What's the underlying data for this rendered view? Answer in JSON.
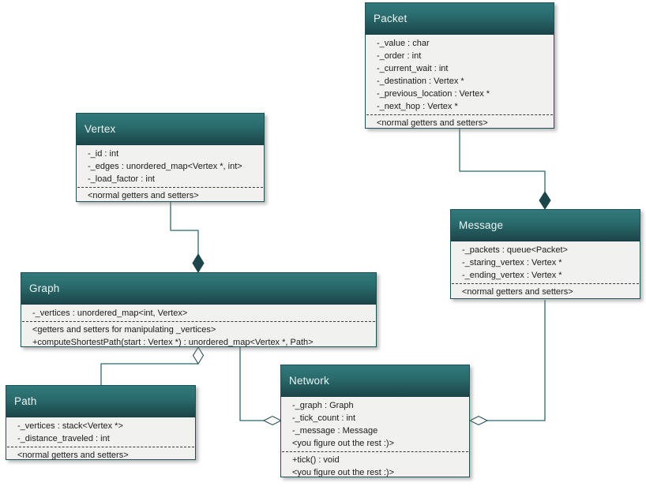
{
  "diagram": {
    "title": "Network simulation UML class diagram",
    "colors": {
      "header_top": "#31797b",
      "header_bottom": "#1c4649",
      "box_border": "#1d5254",
      "box_body": "#f1f1f0",
      "connector": "#2f6769",
      "title_text": "#edf4f4",
      "row_text": "#1b1b1b"
    },
    "classes": [
      {
        "name": "Packet",
        "attributes": [
          "-_value : char",
          "-_order : int",
          "-_current_wait : int",
          "-_destination : Vertex *",
          "-_previous_location : Vertex *",
          "-_next_hop : Vertex *"
        ],
        "methods": [
          "<normal getters and setters>"
        ]
      },
      {
        "name": "Vertex",
        "attributes": [
          "-_id : int",
          "-_edges : unordered_map<Vertex *, int>",
          "-_load_factor : int"
        ],
        "methods": [
          "<normal getters and setters>"
        ]
      },
      {
        "name": "Message",
        "attributes": [
          "-_packets : queue<Packet>",
          "-_staring_vertex : Vertex *",
          "-_ending_vertex : Vertex *"
        ],
        "methods": [
          "<normal getters and setters>"
        ]
      },
      {
        "name": "Graph",
        "attributes": [
          "-_vertices : unordered_map<int, Vertex>"
        ],
        "methods": [
          "<getters and setters for manipulating _vertices>",
          "+computeShortestPath(start : Vertex *) : unordered_map<Vertex *, Path>"
        ]
      },
      {
        "name": "Path",
        "attributes": [
          "-_vertices : stack<Vertex *>",
          "-_distance_traveled : int"
        ],
        "methods": [
          "<normal getters and setters>"
        ]
      },
      {
        "name": "Network",
        "attributes": [
          "-_graph : Graph",
          "-_tick_count : int",
          "-_message : Message",
          "<you figure out the rest :)>"
        ],
        "methods": [
          "+tick() : void",
          "<you figure out the rest :)>"
        ]
      }
    ],
    "relationships": [
      {
        "whole": "Graph",
        "part": "Vertex",
        "type": "composition"
      },
      {
        "whole": "Message",
        "part": "Packet",
        "type": "composition"
      },
      {
        "whole": "Graph",
        "part": "Path",
        "type": "aggregation"
      },
      {
        "whole": "Network",
        "part": "Graph",
        "type": "aggregation"
      },
      {
        "whole": "Network",
        "part": "Message",
        "type": "aggregation"
      }
    ]
  }
}
